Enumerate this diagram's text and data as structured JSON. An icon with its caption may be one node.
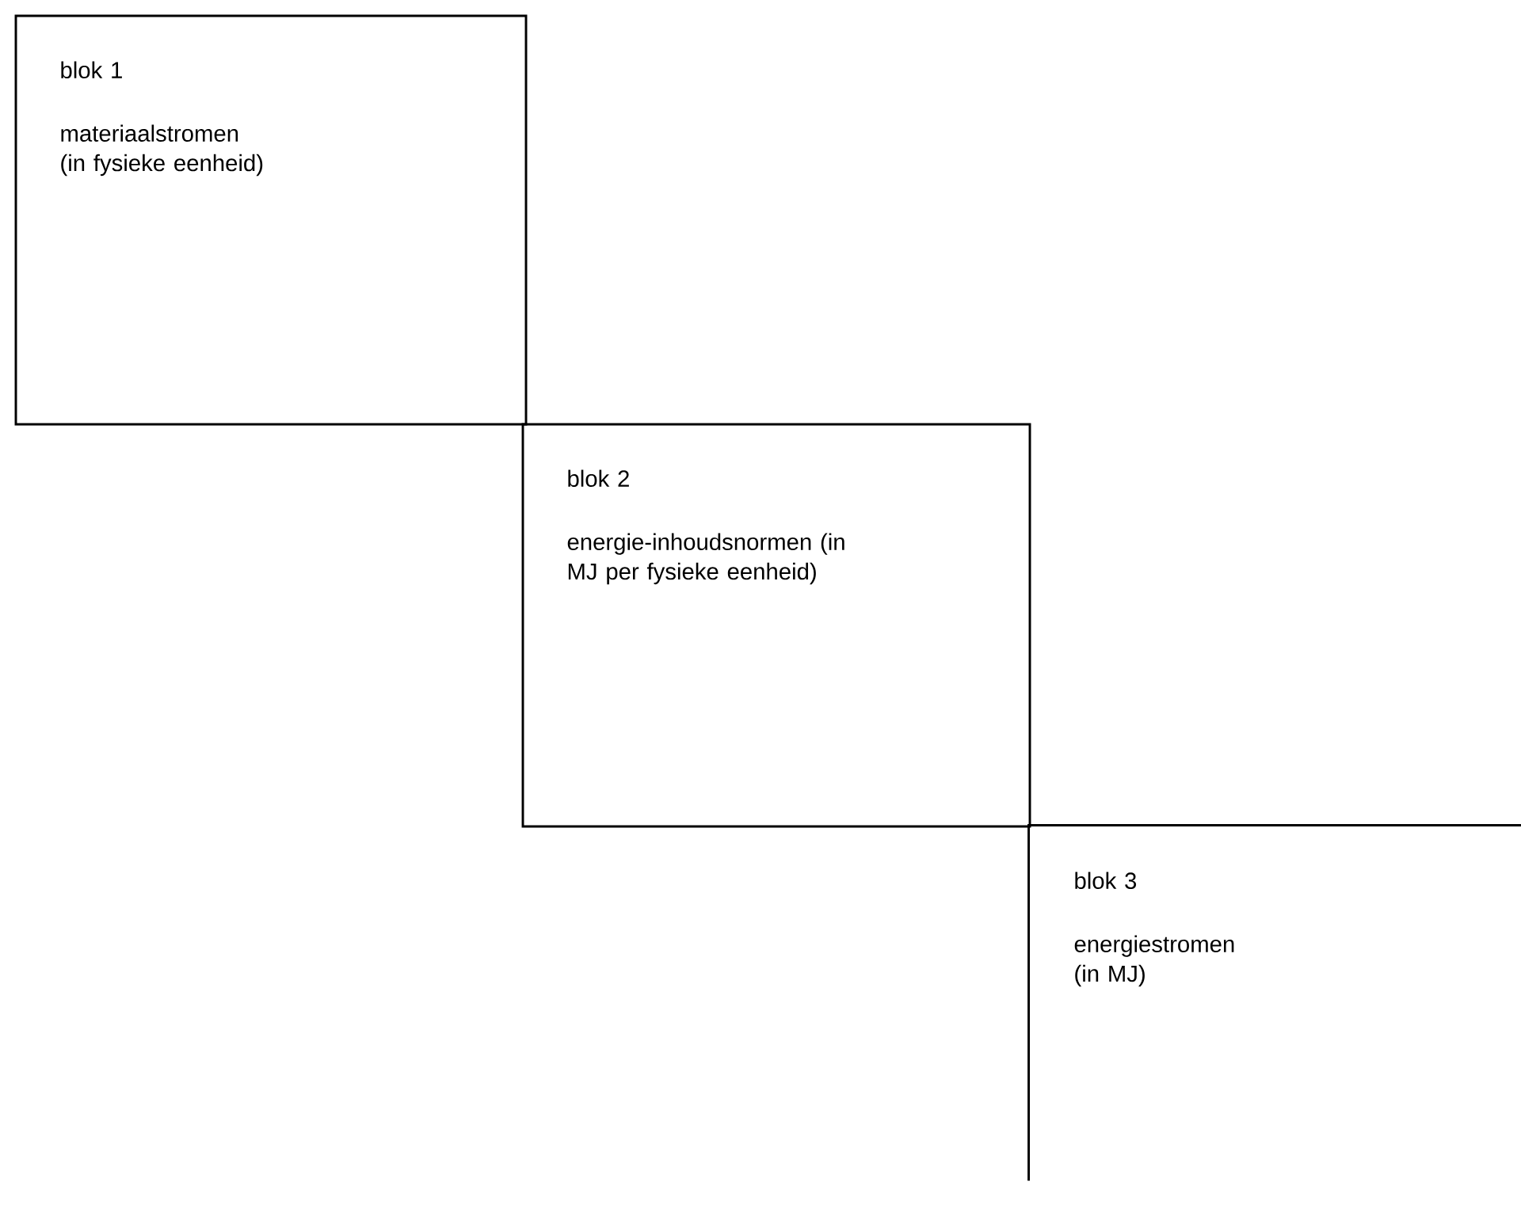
{
  "diagram": {
    "nodes": [
      {
        "text": [
          "blok 1",
          "materiaalstromen (in fysieke eenheid)"
        ]
      },
      {
        "text": [
          "blok 2",
          "energie-inhoudsnormen (in MJ per fysieke eenheid)"
        ]
      },
      {
        "text": [
          "blok 3",
          "energiestromen (in MJ)"
        ]
      }
    ]
  }
}
